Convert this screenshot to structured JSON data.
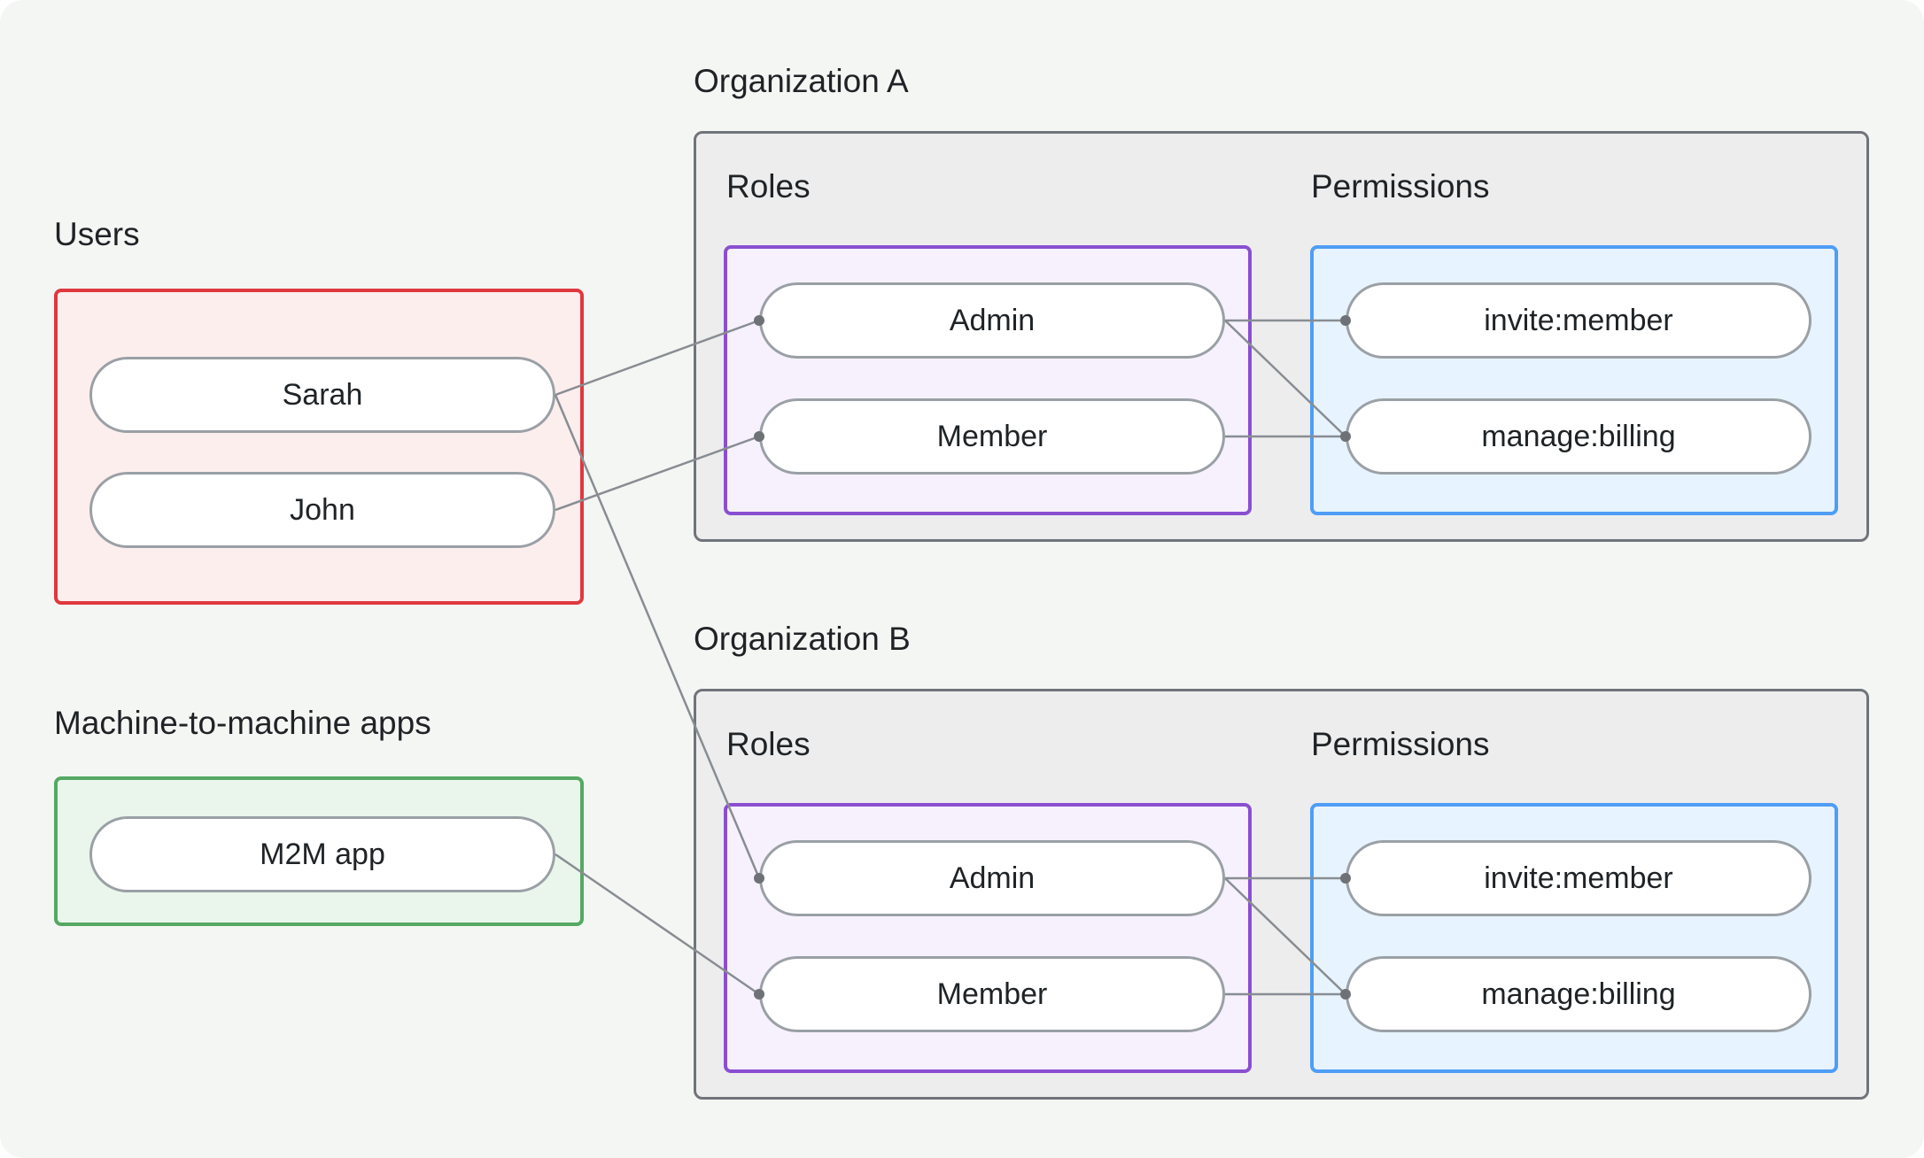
{
  "users_section": {
    "label": "Users",
    "items": [
      {
        "id": "sarah",
        "label": "Sarah"
      },
      {
        "id": "john",
        "label": "John"
      }
    ]
  },
  "m2m_section": {
    "label": "Machine-to-machine apps",
    "items": [
      {
        "id": "m2m",
        "label": "M2M app"
      }
    ]
  },
  "organizations": [
    {
      "id": "orgA",
      "title": "Organization A",
      "roles_label": "Roles",
      "permissions_label": "Permissions",
      "roles": [
        {
          "id": "orgA-admin",
          "label": "Admin"
        },
        {
          "id": "orgA-member",
          "label": "Member"
        }
      ],
      "permissions": [
        {
          "id": "orgA-invite",
          "label": "invite:member"
        },
        {
          "id": "orgA-billing",
          "label": "manage:billing"
        }
      ]
    },
    {
      "id": "orgB",
      "title": "Organization B",
      "roles_label": "Roles",
      "permissions_label": "Permissions",
      "roles": [
        {
          "id": "orgB-admin",
          "label": "Admin"
        },
        {
          "id": "orgB-member",
          "label": "Member"
        }
      ],
      "permissions": [
        {
          "id": "orgB-invite",
          "label": "invite:member"
        },
        {
          "id": "orgB-billing",
          "label": "manage:billing"
        }
      ]
    }
  ],
  "edges": [
    {
      "from": "sarah",
      "to": "orgA-admin"
    },
    {
      "from": "john",
      "to": "orgA-member"
    },
    {
      "from": "sarah",
      "to": "orgB-admin"
    },
    {
      "from": "m2m",
      "to": "orgB-member"
    },
    {
      "from": "orgA-admin",
      "to": "orgA-invite"
    },
    {
      "from": "orgA-admin",
      "to": "orgA-billing"
    },
    {
      "from": "orgA-member",
      "to": "orgA-billing"
    },
    {
      "from": "orgB-admin",
      "to": "orgB-invite"
    },
    {
      "from": "orgB-admin",
      "to": "orgB-billing"
    },
    {
      "from": "orgB-member",
      "to": "orgB-billing"
    }
  ],
  "colors": {
    "canvas_background": "#f3f6f3",
    "users_border": "#e0383e",
    "users_fill": "#fdeeee",
    "m2m_border": "#55a863",
    "m2m_fill": "#eaf6ec",
    "org_border": "#70747a",
    "org_fill": "#ededee",
    "roles_border": "#8a4fd1",
    "roles_fill": "#f6f1fd",
    "permissions_border": "#4f9df6",
    "permissions_fill": "#e7f3fe",
    "pill_border": "#9aa0a5",
    "pill_fill": "#ffffff",
    "connector_line": "#888d92",
    "connector_dot": "#6e7276",
    "text": "#1f2326"
  }
}
